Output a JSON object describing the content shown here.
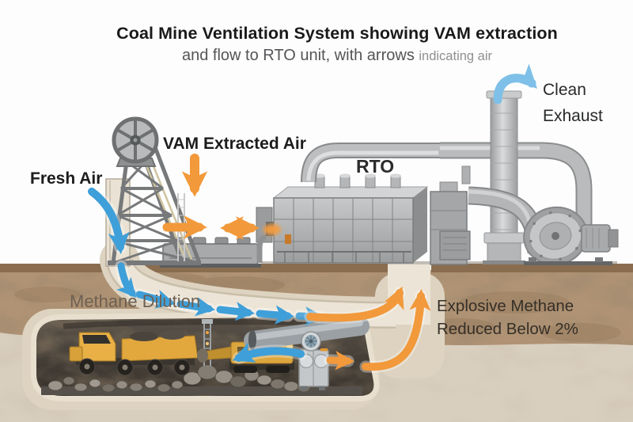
{
  "title": {
    "line1": "Coal Mine Ventilation System showing VAM extraction",
    "line2": "and flow to RTO unit, with arrows",
    "line2_suffix": "indicating air"
  },
  "labels": {
    "fresh_air": "Fresh Air",
    "vam_extracted_air": "VAM Extracted Air",
    "rto": "RTO",
    "clean_exhaust_line1": "Clean",
    "clean_exhaust_line2": "Exhaust",
    "methane_dilution": "Methane Dilution",
    "explosive_line1": "Explosive Methane",
    "explosive_line2": "Reduced Below 2%"
  },
  "flows": [
    {
      "name": "fresh-air",
      "color": "#3f9fd9",
      "meaning": "fresh air drawn down mine shaft and along tunnel"
    },
    {
      "name": "vam-extracted-air",
      "color": "#f2993b",
      "meaning": "methane-laden ventilation air extracted up shaft and ducted to RTO"
    },
    {
      "name": "clean-exhaust",
      "color": "#7fc0e8",
      "meaning": "clean exhaust leaving RTO stack"
    }
  ],
  "colors": {
    "arrow_blue": "#3f9fd9",
    "arrow_light_blue": "#7fc0e8",
    "arrow_orange": "#f2993b",
    "soil_brown": "#b09374",
    "soil_dark_strip": "#8a6d4f",
    "subsoil_beige": "#d9cfbf",
    "tunnel_light": "#ece4d6",
    "cavern_dark": "#3a352f",
    "machine_gray": "#aeb0b1",
    "equipment_yellow": "#e2a83e"
  }
}
